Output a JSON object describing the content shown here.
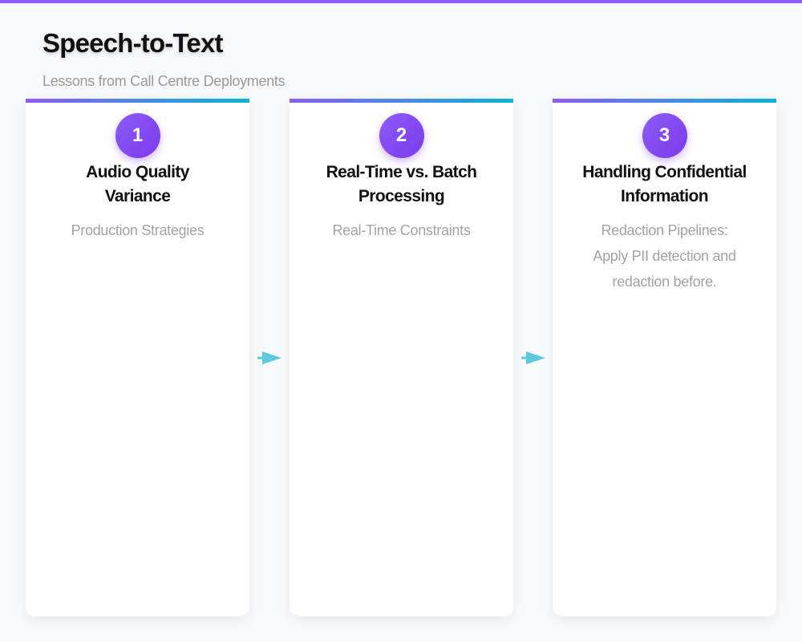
{
  "header": {
    "title": "Speech-to-Text",
    "subtitle": "Lessons from Call Centre Deployments"
  },
  "colors": {
    "accent_purple": "#8b5cf6",
    "accent_cyan": "#06b6d4",
    "arrow": "#5ec8e0",
    "background": "#f8f9fb"
  },
  "steps": [
    {
      "number": "1",
      "title": "Audio Quality Variance",
      "description": "Production Strategies"
    },
    {
      "number": "2",
      "title": "Real-Time vs. Batch Processing",
      "description": "Real-Time Constraints"
    },
    {
      "number": "3",
      "title": "Handling Confidential Information",
      "description": "Redaction Pipelines: Apply PII detection and redaction before."
    }
  ],
  "connectors": [
    {
      "from": "1",
      "to": "2",
      "icon": "arrow-right-icon"
    },
    {
      "from": "2",
      "to": "3",
      "icon": "arrow-right-icon"
    }
  ]
}
